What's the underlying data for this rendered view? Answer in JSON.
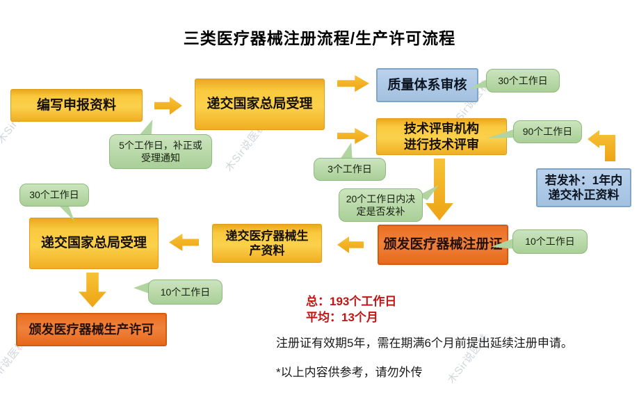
{
  "title": "三类医疗器械注册流程/生产许可流程",
  "boxes": {
    "write_materials": "编写申报资料",
    "submit_acceptance_1": "递交国家总局受理",
    "quality_audit": "质量体系审核",
    "tech_review": "技术评审机构\n进行技术评审",
    "supplement_note": "若发补：1年内\n递交补正资料",
    "issue_registration": "颁发医疗器械注册证",
    "submit_production": "递交医疗器械生\n产资料",
    "submit_acceptance_2": "递交国家总局受理",
    "issue_license": "颁发医疗器械生产许可"
  },
  "callouts": {
    "accept_5days": "5个工作日，补正或\n受理通知",
    "audit_30days": "30个工作日",
    "review_90days": "90个工作日",
    "forward_3days": "3个工作日",
    "decide_20days": "20个工作日内决\n定是否发补",
    "cert_10days": "10个工作日",
    "accept_30days": "30个工作日",
    "license_10days": "10个工作日"
  },
  "summary": {
    "total": "总：193个工作日",
    "average": "平均：13个月"
  },
  "notes": {
    "validity": "注册证有效期5年，需在期满6个月前提出延续注册申请。",
    "disclaimer": "*以上内容供参考，请勿外传"
  },
  "watermark": "木Sir说医械",
  "colors": {
    "box_yellow": "#f7bd2c",
    "box_orange": "#ec7a2d",
    "box_blue": "#a9c6e5",
    "callout_green": "#b9d8a8",
    "arrow_gold": "#f2b01e",
    "summary_red": "#c31414"
  }
}
